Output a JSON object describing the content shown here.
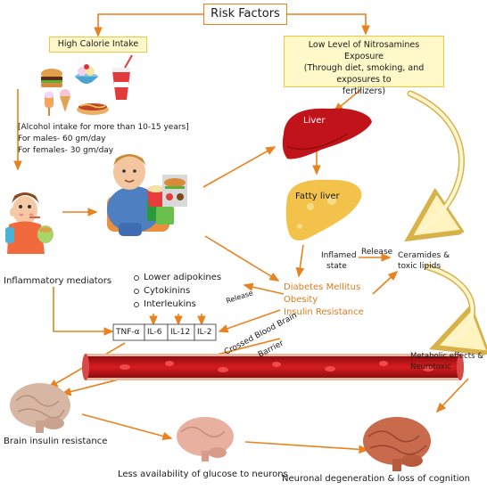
{
  "title": "Risk Factors",
  "high_calorie": "High Calorie Intake",
  "nitrosamines": {
    "line1": "Low Level of Nitrosamines Exposure",
    "line2": "(Through diet, smoking, and exposures to",
    "line3": "fertilizers)"
  },
  "alcohol": {
    "line1": "[Alcohol intake for more than 10-15 years]",
    "line2": "For males- 60 gm/day",
    "line3": "For females- 30 gm/day"
  },
  "liver": "Liver",
  "fatty_liver": "Fatty liver",
  "inflamed_state": {
    "line1": "Inflamed",
    "line2": "state"
  },
  "release": "Release",
  "ceramides": {
    "line1": "Ceramides &",
    "line2": "toxic lipids"
  },
  "inflammatory_mediators": "Inflammatory mediators",
  "mediator_list": [
    "Lower adipokines",
    "Cytokinins",
    "Interleukins"
  ],
  "diseases": [
    "Diabetes Mellitus",
    "Obesity",
    "Insulin Resistance"
  ],
  "release_rotated": "Release",
  "cytokines": [
    "TNF-α",
    "IL-6",
    "IL-12",
    "IL-2"
  ],
  "bbb": {
    "line1": "Crossed Blood Brain",
    "line2": "Barrier"
  },
  "metabolic": {
    "line1": "Metabolic effects &",
    "line2": "Neurotoxic"
  },
  "brain_insulin": "Brain insulin resistance",
  "less_glucose": "Less availability of glucose to neurons",
  "neuronal": "Neuronal degeneration & loss of cognition",
  "colors": {
    "arrow": "#e8821e",
    "box_fill": "#fff8c8",
    "liver": "#c0141a",
    "fatty_liver": "#f2c24a",
    "vessel": "#b01014",
    "brain_grey": "#d7b7a4",
    "brain_pink": "#e7b09f",
    "brain_orange": "#c86a4c"
  }
}
